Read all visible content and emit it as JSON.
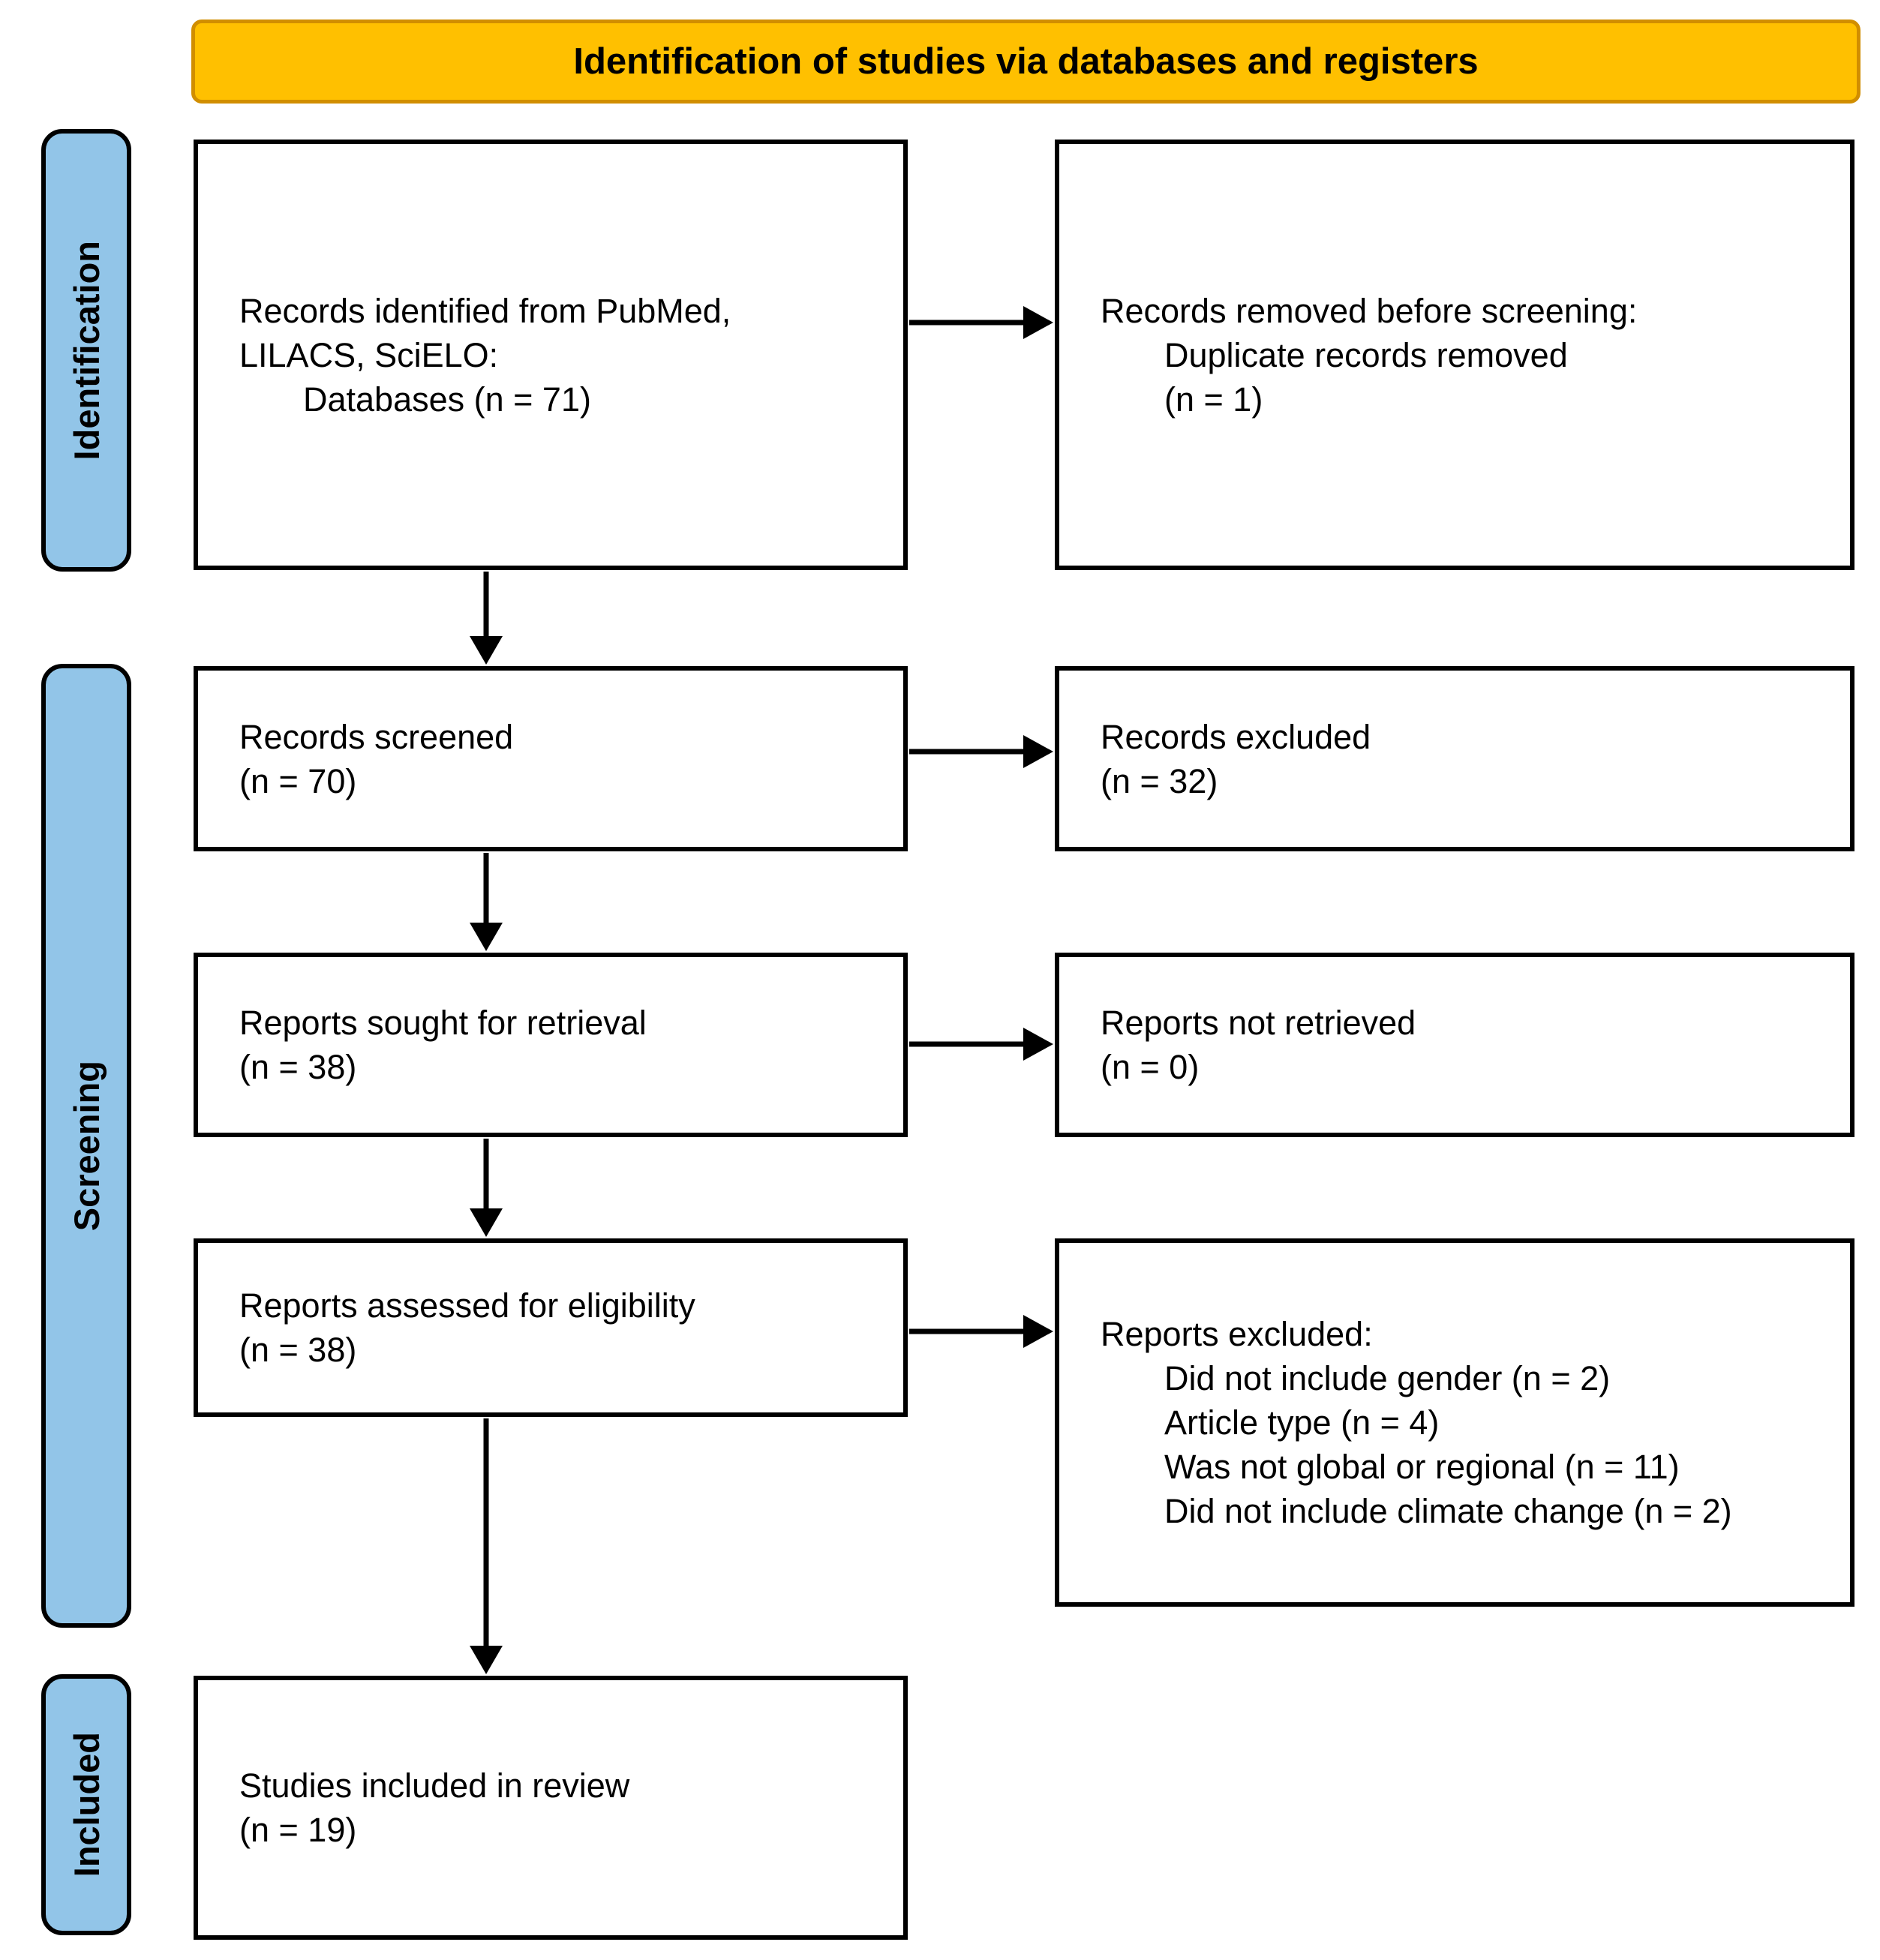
{
  "header": {
    "title": "Identification of studies via databases and registers"
  },
  "stages": [
    {
      "label": "Identification"
    },
    {
      "label": "Screening"
    },
    {
      "label": "Included"
    }
  ],
  "boxes": {
    "records_identified": {
      "line1": "Records identified from PubMed,",
      "line2": "LILACS, SciELO:",
      "line3": "Databases (n = 71)"
    },
    "records_removed": {
      "line1": "Records removed before screening:",
      "line2": "Duplicate records removed",
      "line3": "(n = 1)"
    },
    "records_screened": {
      "line1": "Records screened",
      "line2": "(n = 70)"
    },
    "records_excluded": {
      "line1": "Records excluded",
      "line2": "(n = 32)"
    },
    "reports_sought": {
      "line1": "Reports sought for retrieval",
      "line2": "(n = 38)"
    },
    "reports_not_retrieved": {
      "line1": "Reports not retrieved",
      "line2": "(n = 0)"
    },
    "reports_assessed": {
      "line1": "Reports assessed for eligibility",
      "line2": "(n = 38)"
    },
    "reports_excluded": {
      "line1": "Reports excluded:",
      "reasons": [
        "Did not include gender (n = 2)",
        "Article type (n = 4)",
        "Was not global or regional (n = 11)",
        "Did not include climate change (n = 2)"
      ]
    },
    "studies_included": {
      "line1": "Studies included in review",
      "line2": "(n = 19)"
    }
  },
  "colors": {
    "header_bg": "#FFC000",
    "header_border": "#D18E00",
    "stage_bg": "#92C5E8"
  }
}
